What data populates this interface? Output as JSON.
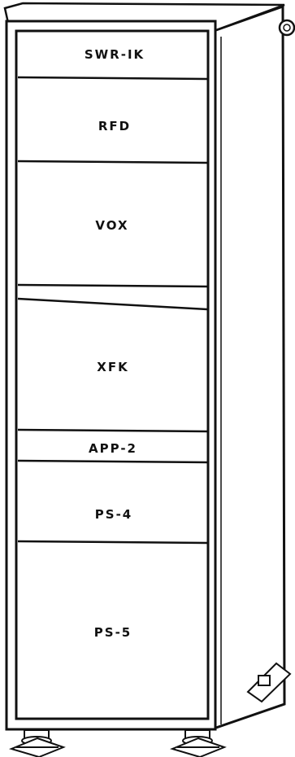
{
  "cabinet": {
    "modules": [
      {
        "label": "SWR-IK"
      },
      {
        "label": "RFD"
      },
      {
        "label": "VOX"
      },
      {
        "label": ""
      },
      {
        "label": "XFK"
      },
      {
        "label": "APP-2"
      },
      {
        "label": "PS-4"
      },
      {
        "label": "PS-5"
      }
    ]
  },
  "colors": {
    "line": "#111111",
    "fill": "#ffffff"
  }
}
